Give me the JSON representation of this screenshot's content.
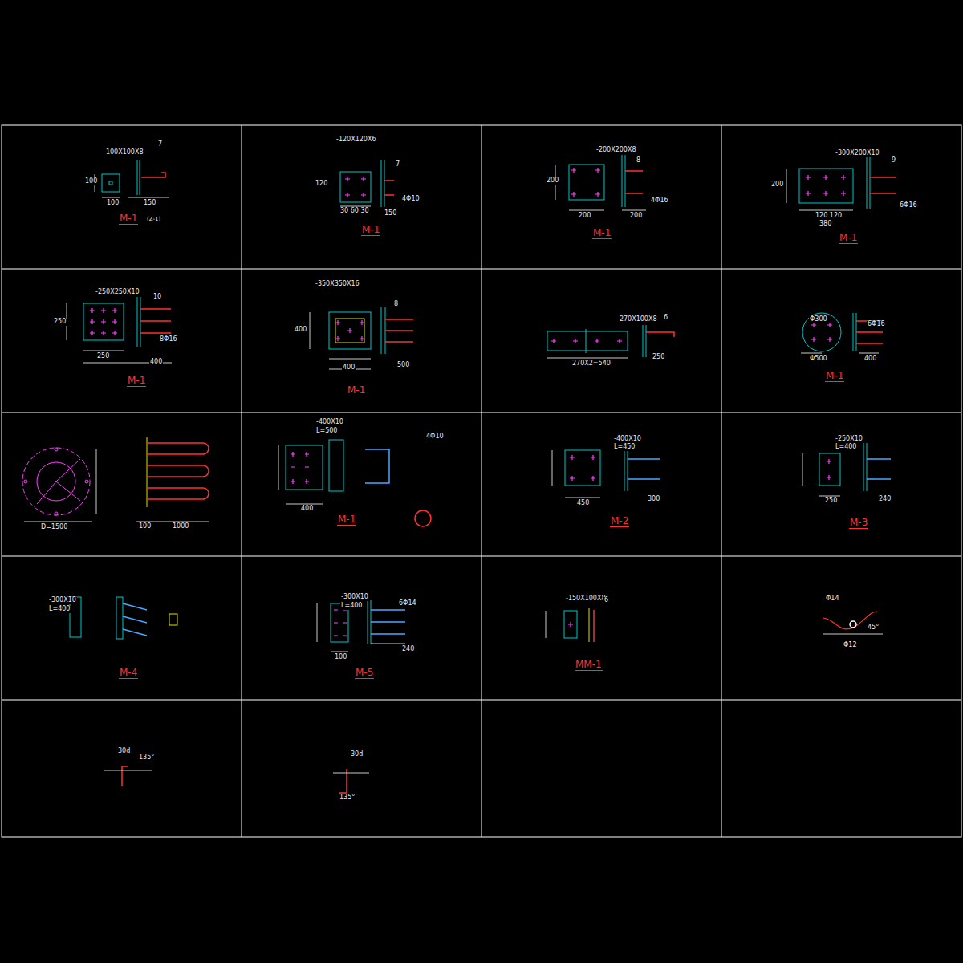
{
  "diagram": {
    "labels": [
      "-100X100X8",
      "7",
      "100",
      "100",
      "150",
      "M-1",
      "(Z-1)",
      "-120X120X6",
      "7",
      "120",
      "30 60 30",
      "150",
      "4Φ10",
      "M-1",
      "-200X200X8",
      "8",
      "200",
      "200",
      "200",
      "4Φ16",
      "M-1",
      "-300X200X10",
      "9",
      "200",
      "120 120",
      "380",
      "6Φ16",
      "M-1",
      "-250X250X10",
      "10",
      "250",
      "250",
      "400",
      "M-1",
      "8Φ16",
      "-350X350X16",
      "8",
      "400",
      "400",
      "500",
      "M-1",
      "-270X100X8",
      "6",
      "270X2=540",
      "250",
      "Φ300",
      "6Φ16",
      "Φ500",
      "400",
      "M-1",
      "D=1500",
      "100",
      "1000",
      "-400X10",
      "L=500",
      "4Φ10",
      "400",
      "M-1",
      "-400X10",
      "L=450",
      "450",
      "300",
      "M-2",
      "-250X10",
      "L=400",
      "250",
      "240",
      "M-3",
      "-300X10",
      "L=400",
      "M-4",
      "-300X10",
      "L=400",
      "100",
      "240",
      "M-5",
      "6Φ14",
      "-150X100X8",
      "6",
      "MM-1",
      "Φ14",
      "45°",
      "Φ12",
      "30d",
      "135°",
      "30d",
      "135°"
    ]
  }
}
